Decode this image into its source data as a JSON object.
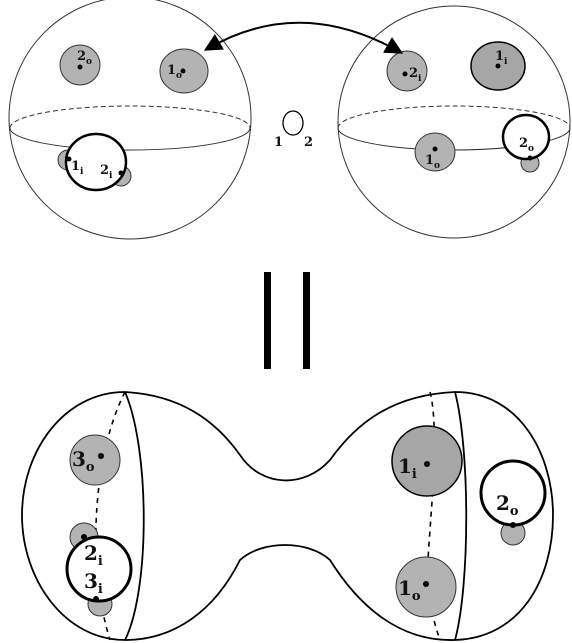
{
  "top": {
    "left_sphere": {
      "disk_2o": {
        "base": "2",
        "sub": "o"
      },
      "disk_1o": {
        "base": "1",
        "sub": "o"
      },
      "disk_1i": {
        "base": "1",
        "sub": "i"
      },
      "disk_2i": {
        "base": "2",
        "sub": "i"
      }
    },
    "right_sphere": {
      "disk_2i": {
        "base": "2",
        "sub": "i"
      },
      "disk_1i": {
        "base": "1",
        "sub": "i"
      },
      "disk_1o": {
        "base": "1",
        "sub": "o"
      },
      "disk_2o": {
        "base": "2",
        "sub": "o"
      }
    },
    "middle_loop": {
      "left": "1",
      "right": "2"
    }
  },
  "bottom": {
    "left_end": {
      "disk_3o": {
        "base": "3",
        "sub": "o"
      },
      "disk_2i": {
        "base": "2",
        "sub": "i"
      },
      "disk_3i": {
        "base": "3",
        "sub": "i"
      }
    },
    "right_end": {
      "disk_1i": {
        "base": "1",
        "sub": "i"
      },
      "disk_1o": {
        "base": "1",
        "sub": "o"
      },
      "disk_2o": {
        "base": "2",
        "sub": "o"
      }
    }
  },
  "colors": {
    "disk_fill": "#b3b3b3",
    "stroke": "#000000",
    "outline": "#333333"
  }
}
